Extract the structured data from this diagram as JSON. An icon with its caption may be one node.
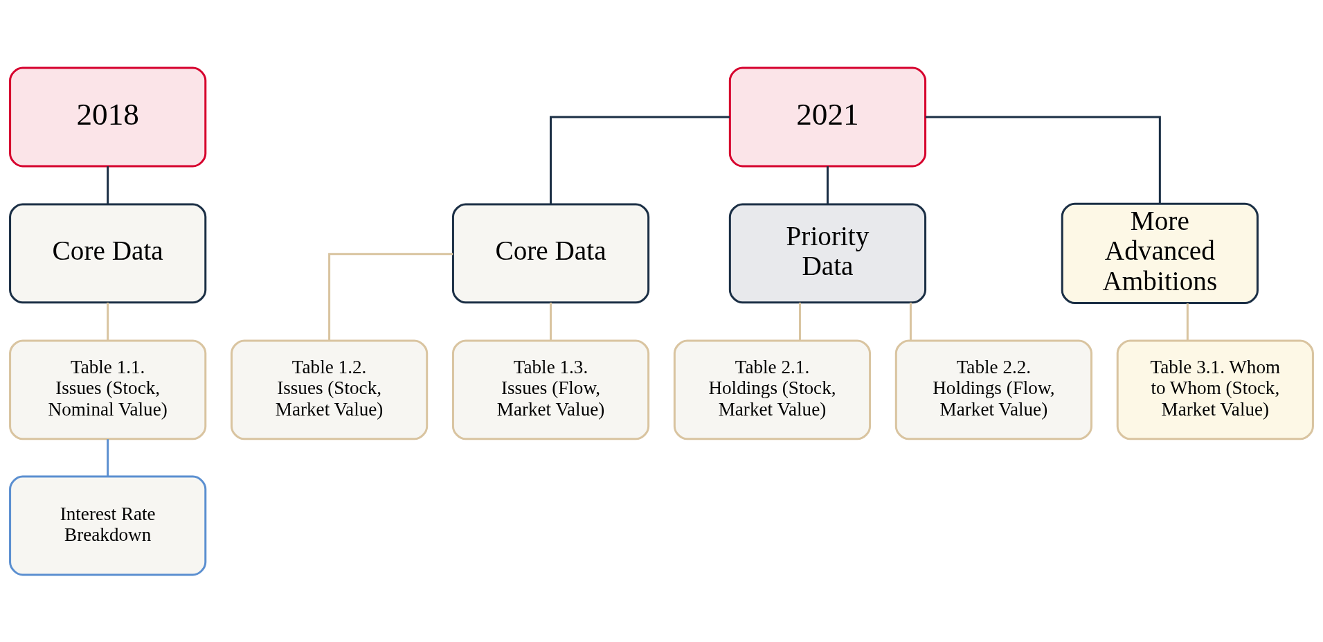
{
  "diagram": {
    "nodes": [
      {
        "text": [
          "2018"
        ]
      },
      {
        "text": [
          "Core Data"
        ]
      },
      {
        "text": [
          "Table 1.1. Issues (Stock, Nominal Value)"
        ]
      },
      {
        "text": [
          "Interest Rate Breakdown"
        ]
      },
      {
        "text": [
          "2021"
        ]
      },
      {
        "text": [
          "Core Data"
        ]
      },
      {
        "text": [
          "Priority Data"
        ]
      },
      {
        "text": [
          "More Advanced Ambitions"
        ]
      },
      {
        "text": [
          "Table 1.2. Issues (Stock, Market Value)"
        ]
      },
      {
        "text": [
          "Table 1.3. Issues (Flow, Market Value)"
        ]
      },
      {
        "text": [
          "Table 2.1. Holdings (Stock, Market Value)"
        ]
      },
      {
        "text": [
          "Table 2.2. Holdings (Flow, Market Value)"
        ]
      },
      {
        "text": [
          "Table 3.1. Whom to Whom (Stock, Market Value)"
        ]
      }
    ],
    "edges": [
      {
        "from": 0,
        "to": 1,
        "arrow": "none",
        "color": "#1b2f45"
      },
      {
        "from": 1,
        "to": 2,
        "arrow": "none"
      },
      {
        "from": 2,
        "to": 3,
        "arrow": "none",
        "color": "#5b8fd0"
      },
      {
        "from": 4,
        "to": 5,
        "arrow": "none",
        "color": "#1b2f45"
      },
      {
        "from": 4,
        "to": 6,
        "arrow": "none",
        "color": "#1b2f45"
      },
      {
        "from": 4,
        "to": 7,
        "arrow": "none",
        "color": "#1b2f45"
      },
      {
        "from": 5,
        "to": 8,
        "arrow": "none"
      },
      {
        "from": 5,
        "to": 9,
        "arrow": "none"
      },
      {
        "from": 6,
        "to": 10,
        "arrow": "none"
      },
      {
        "from": 6,
        "to": 11,
        "arrow": "none"
      },
      {
        "from": 7,
        "to": 12,
        "arrow": "none"
      }
    ]
  }
}
